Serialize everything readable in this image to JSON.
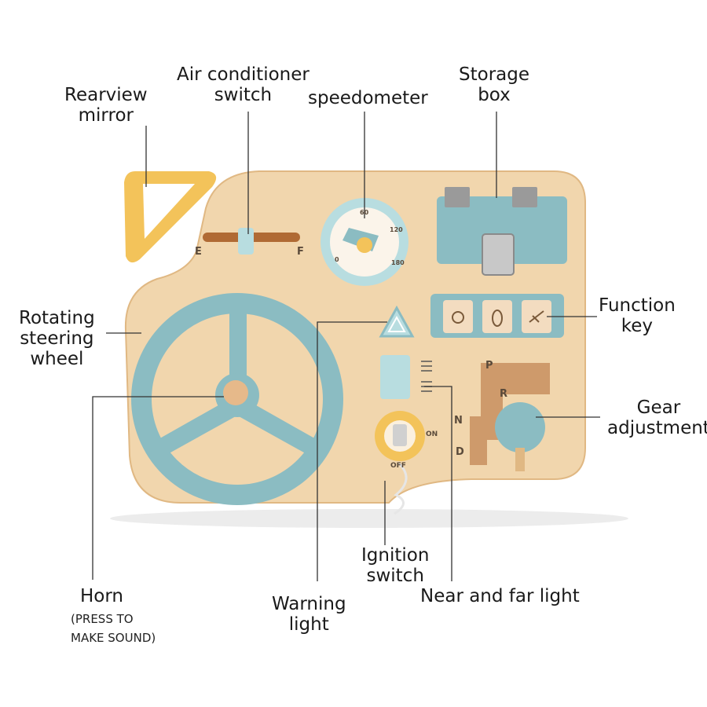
{
  "labels": {
    "rearview_mirror": [
      "Rearview",
      "mirror"
    ],
    "air_conditioner": [
      "Air conditioner",
      "switch"
    ],
    "speedometer": "speedometer",
    "storage_box": [
      "Storage",
      "box"
    ],
    "function_key": [
      "Function",
      "key"
    ],
    "steering_wheel": [
      "Rotating",
      "steering",
      "wheel"
    ],
    "gear_adjustment": [
      "Gear",
      "adjustment"
    ],
    "horn": "Horn",
    "horn_note": [
      "(PRESS TO",
      "MAKE SOUND)"
    ],
    "warning_light": [
      "Warning",
      "light"
    ],
    "ignition_switch": [
      "Ignition",
      "switch"
    ],
    "near_far_light": "Near and far light"
  },
  "board_marks": {
    "fuel_e": "E",
    "fuel_f": "F",
    "speed_ticks": [
      "0",
      "60",
      "120",
      "180"
    ],
    "ignition_on": "ON",
    "ignition_off": "OFF",
    "gears": [
      "P",
      "R",
      "N",
      "D"
    ]
  },
  "colors": {
    "wood": "#f1d6ad",
    "wood_edge": "#e0b883",
    "teal": "#8bbcc2",
    "teal_light": "#b8dde0",
    "yellow": "#f3c35a",
    "line": "#333333"
  }
}
